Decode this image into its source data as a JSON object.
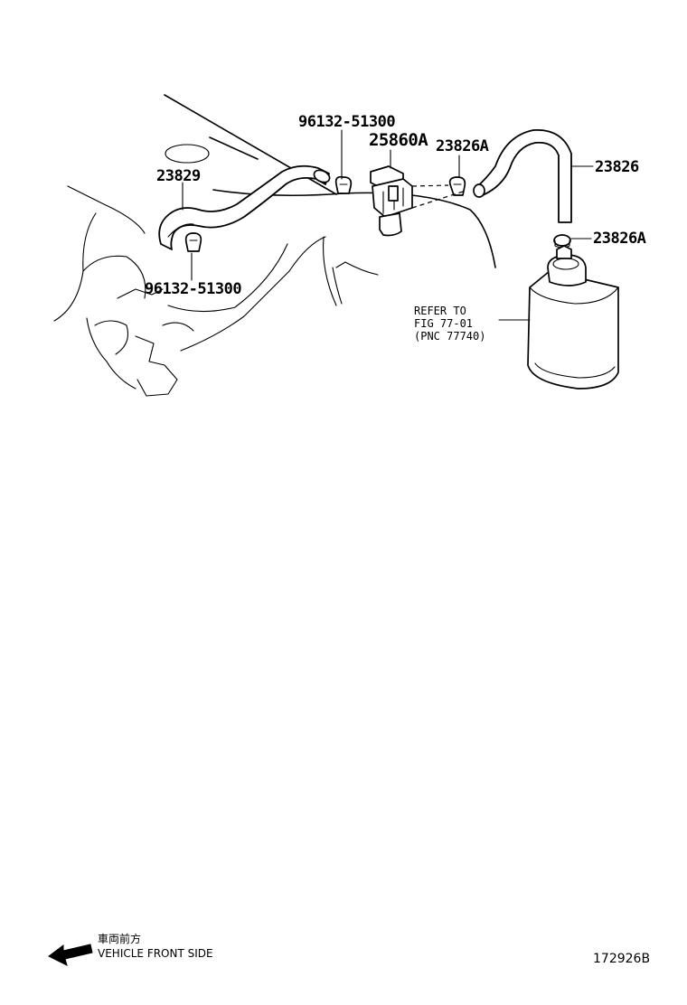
{
  "callouts": {
    "clamp_top": "96132-51300",
    "valve": "25860A",
    "clamp_right": "23826A",
    "hose_right": "23826",
    "hose_left": "23829",
    "clamp_canister": "23826A",
    "clamp_bottom": "96132-51300"
  },
  "reference": {
    "line1": "REFER TO",
    "line2": "FIG 77-01",
    "line3": "(PNC 77740)"
  },
  "footer": {
    "direction_jp": "車両前方",
    "direction_en": "VEHICLE FRONT SIDE",
    "figure_id": "172926B"
  },
  "icons": {
    "direction": "front-arrow-icon"
  }
}
